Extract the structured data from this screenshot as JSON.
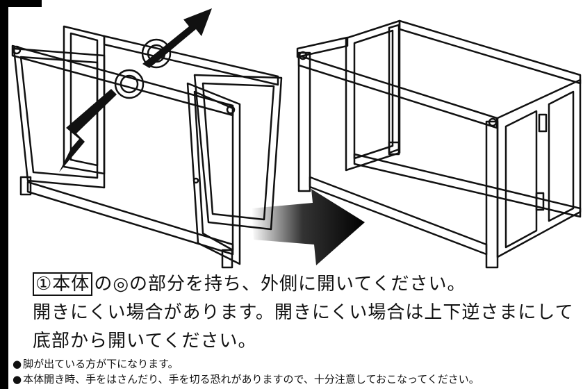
{
  "instructions": {
    "line1_boxed": "①本体",
    "line1_rest": "の◎の部分を持ち、外側に開いてください。",
    "line2": "開きにくい場合があります。開きにくい場合は上下逆さまにして",
    "line3": "底部から開いてください。"
  },
  "notes": {
    "bullet": "●",
    "note1": "脚が出ている方が下になります。",
    "note2": "本体開き時、手をはさんだり、手を切る恐れがありますので、十分注意しておこなってください。"
  }
}
